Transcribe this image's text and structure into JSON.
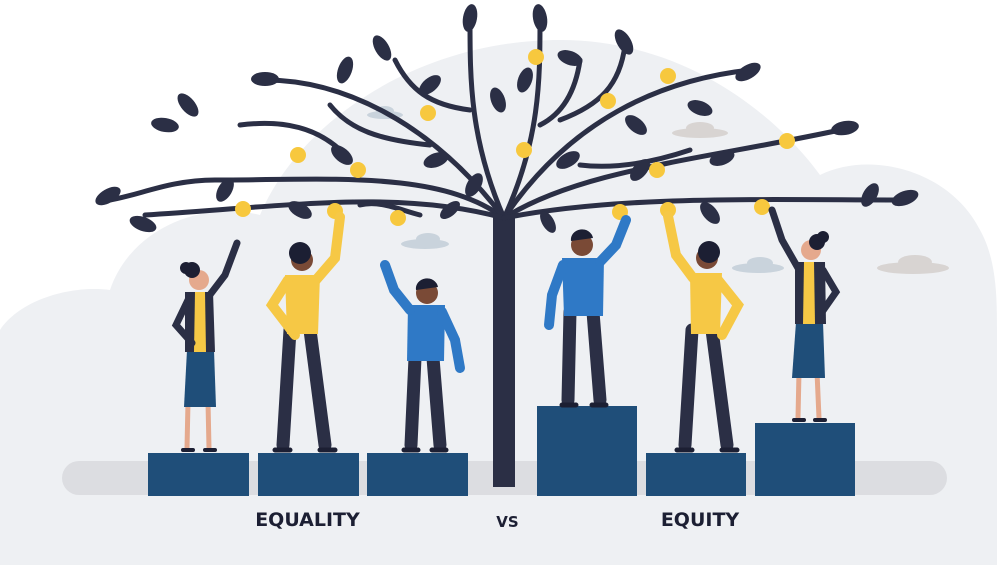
{
  "labels": {
    "left": "EQUALITY",
    "middle": "VS",
    "right": "EQUITY"
  },
  "colors": {
    "background_blob": "#eef0f3",
    "cloud": "#c9d3dc",
    "ground": "#dcdde1",
    "box": "#1f4e79",
    "trunk": "#2b2f45",
    "leaf": "#2b2f45",
    "fruit": "#f7c83e",
    "skin_light": "#e5a98d",
    "skin_dark": "#7a4a36",
    "hair": "#1c1f33",
    "shirt_yellow": "#f6c845",
    "shirt_blue": "#2f79c6",
    "pants": "#2b2f45",
    "skirt": "#1f4e79",
    "jacket": "#2b2f45"
  },
  "icons": [
    "tree-icon",
    "person-icon",
    "cloud-icon",
    "fruit-icon"
  ]
}
